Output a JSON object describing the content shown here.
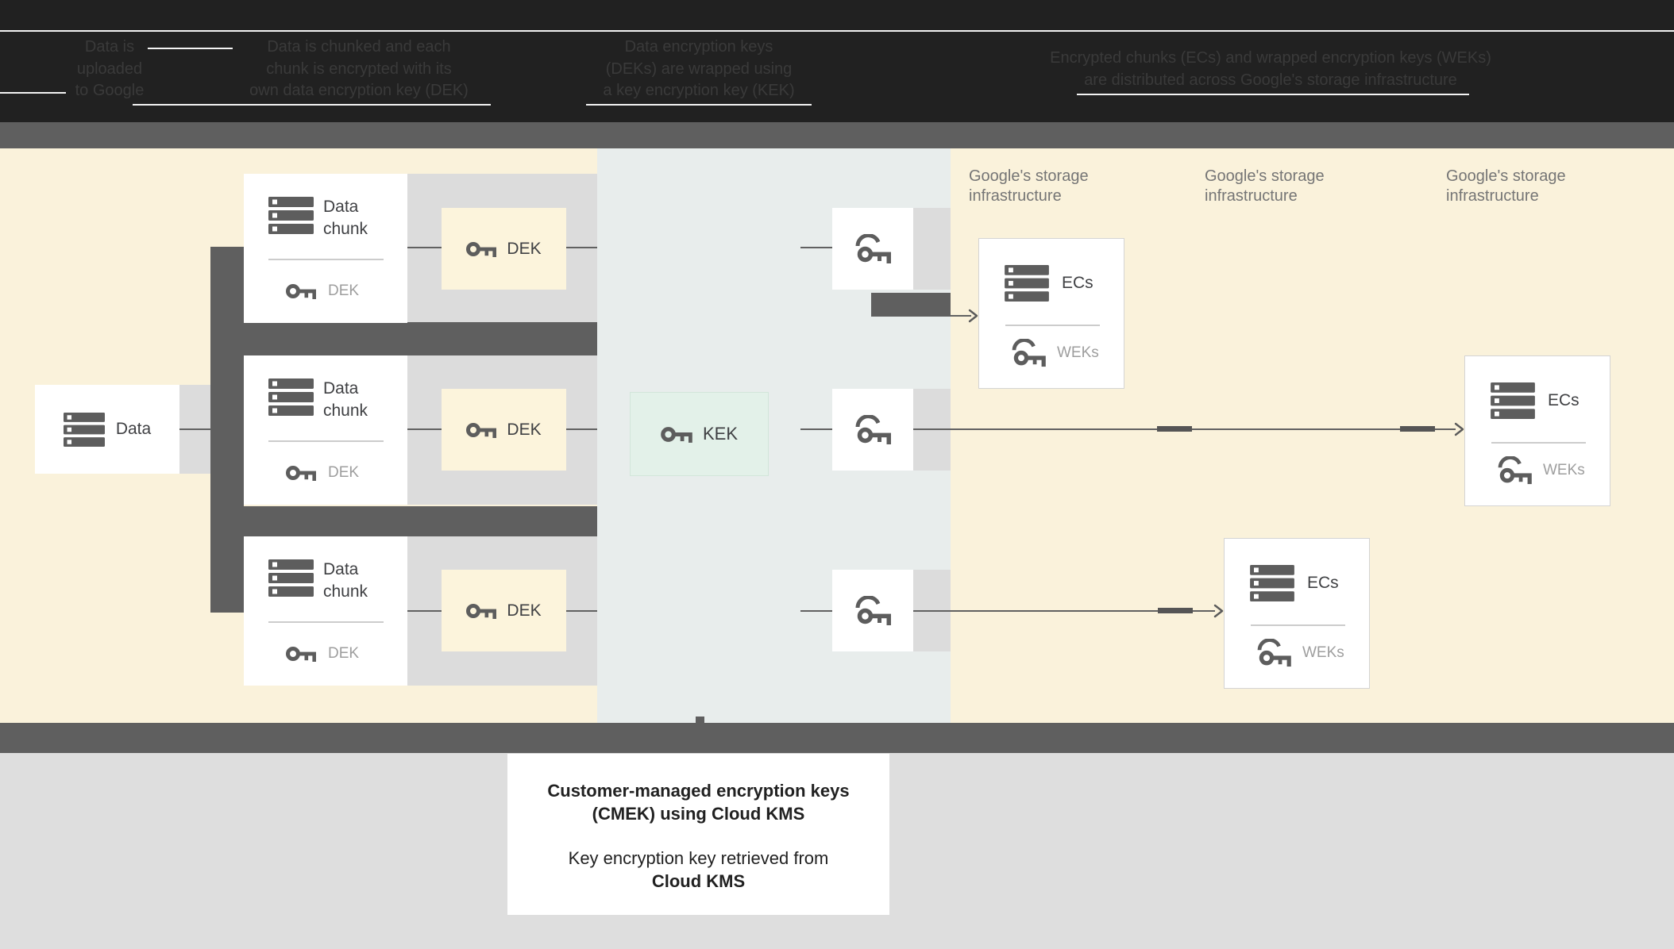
{
  "header": {
    "captions": [
      {
        "lines": [
          "Data is",
          "uploaded",
          "to Google"
        ]
      },
      {
        "lines": [
          "Data is chunked and each",
          "chunk is encrypted with its",
          "own data encryption key (DEK)"
        ]
      },
      {
        "lines": [
          "Data encryption keys",
          "(DEKs) are wrapped using",
          "a key encryption key (KEK)"
        ]
      },
      {
        "lines": [
          "Encrypted chunks (ECs) and wrapped encryption keys (WEKs)",
          "are distributed across Google's storage infrastructure"
        ]
      }
    ]
  },
  "diagram": {
    "data_box": {
      "label": "Data"
    },
    "chunks": [
      {
        "line1": "Data",
        "line2": "chunk",
        "key_label": "DEK"
      },
      {
        "line1": "Data",
        "line2": "chunk",
        "key_label": "DEK"
      },
      {
        "line1": "Data",
        "line2": "chunk",
        "key_label": "DEK"
      }
    ],
    "deks": [
      {
        "label": "DEK"
      },
      {
        "label": "DEK"
      },
      {
        "label": "DEK"
      }
    ],
    "kek": {
      "label": "KEK"
    },
    "storage_labels": [
      {
        "line1": "Google's storage",
        "line2": "infrastructure"
      },
      {
        "line1": "Google's storage",
        "line2": "infrastructure"
      },
      {
        "line1": "Google's storage",
        "line2": "infrastructure"
      }
    ],
    "ecs_boxes": [
      {
        "label": "ECs",
        "key_label": "WEKs"
      },
      {
        "label": "ECs",
        "key_label": "WEKs"
      },
      {
        "label": "ECs",
        "key_label": "WEKs"
      }
    ]
  },
  "footer": {
    "caption": {
      "line1": "Customer-managed encryption keys",
      "line2": "(CMEK) using Cloud KMS",
      "line3": "Key encryption key retrieved from",
      "line4": "Cloud KMS"
    }
  },
  "colors": {
    "header_black": "#212121",
    "bar_gray": "#5f5f5f",
    "cream": "#faf2db",
    "kms_panel": "#e8edec",
    "band_gray": "#dcdcdc",
    "footer_gray": "#dedede",
    "kek_mint": "#e3f1e9",
    "dek_cream": "#fcf4dc",
    "icon_gray": "#5d5d5d",
    "label_gray": "#757575"
  }
}
